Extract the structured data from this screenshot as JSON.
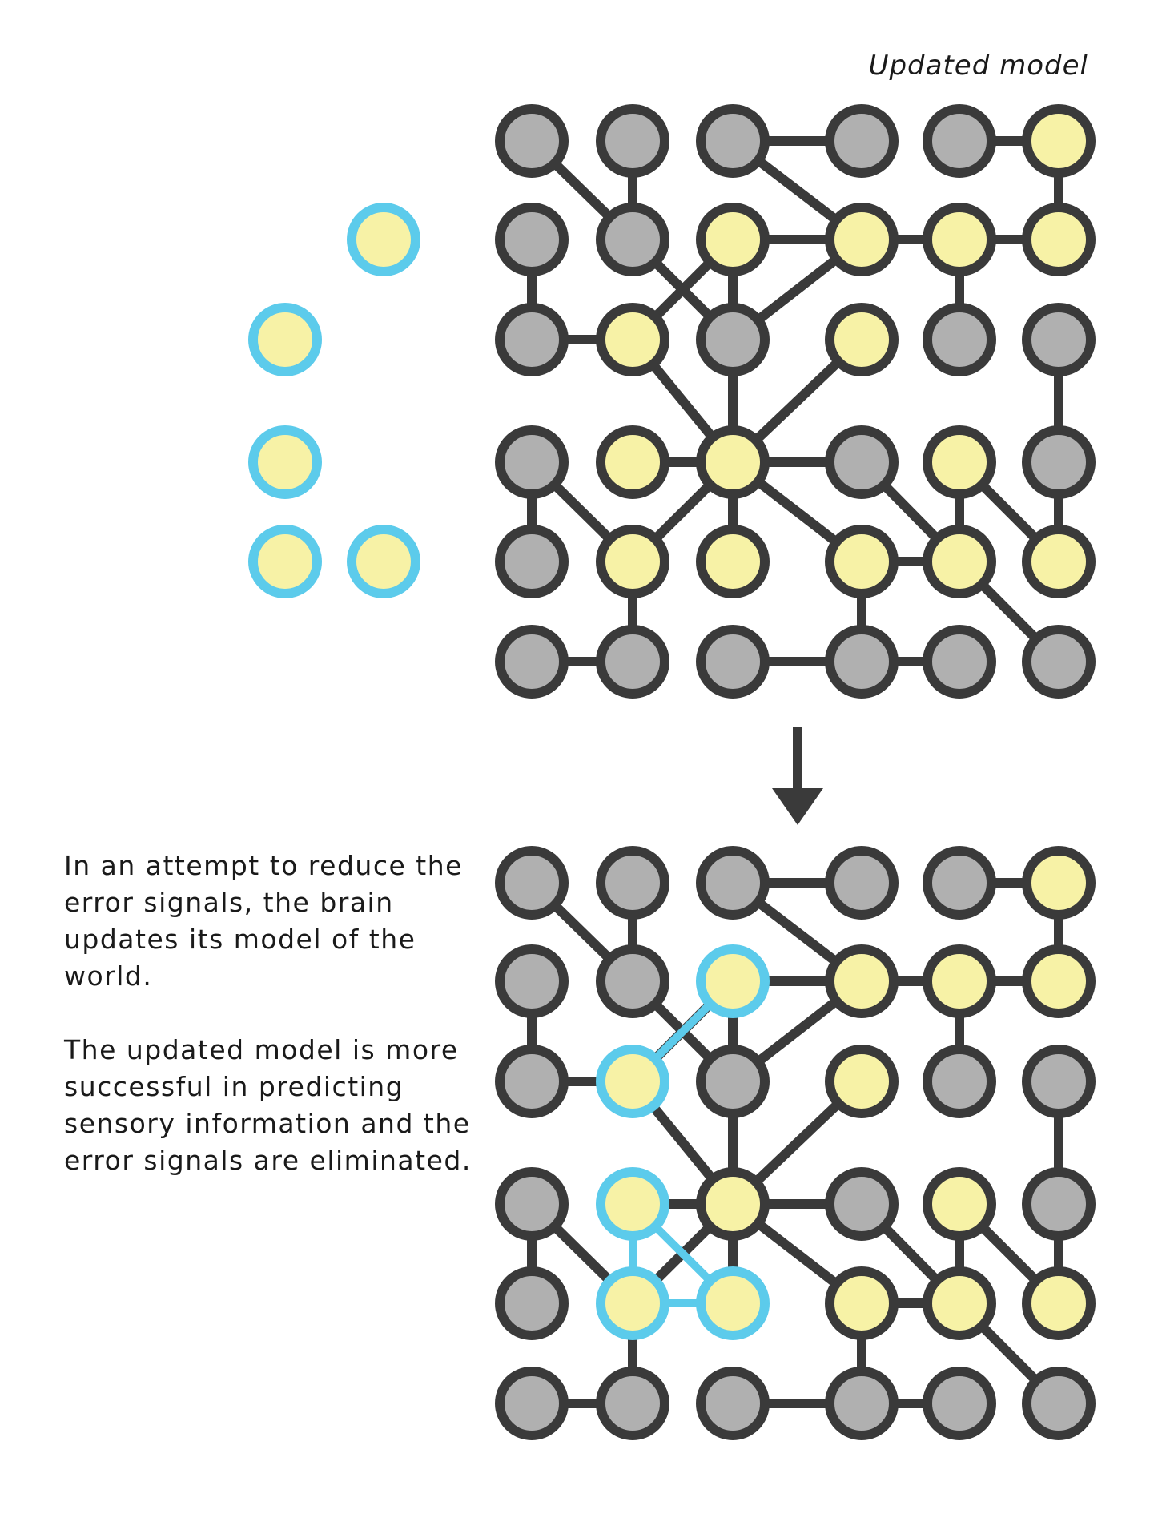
{
  "title": "Updated model",
  "caption": {
    "paragraph1": "In an attempt to reduce the error signals, the brain updates its model of the world.",
    "paragraph2": "The updated model is more successful in predicting sensory information and the error signals are eliminated."
  },
  "colors": {
    "stroke": "#3a3a3a",
    "inactive_fill": "#b0b0b0",
    "active_fill": "#f7f2a6",
    "error_ring": "#5ccbeb",
    "background": "#ffffff"
  },
  "network": {
    "rows": 6,
    "cols": 6,
    "active_nodes": [
      [
        0,
        5
      ],
      [
        1,
        2
      ],
      [
        1,
        3
      ],
      [
        1,
        4
      ],
      [
        1,
        5
      ],
      [
        2,
        1
      ],
      [
        2,
        3
      ],
      [
        3,
        1
      ],
      [
        3,
        2
      ],
      [
        3,
        4
      ],
      [
        4,
        1
      ],
      [
        4,
        2
      ],
      [
        4,
        3
      ],
      [
        4,
        4
      ],
      [
        4,
        5
      ]
    ],
    "edges": [
      [
        [
          0,
          0
        ],
        [
          1,
          1
        ]
      ],
      [
        [
          0,
          1
        ],
        [
          1,
          1
        ]
      ],
      [
        [
          0,
          2
        ],
        [
          0,
          3
        ]
      ],
      [
        [
          0,
          2
        ],
        [
          1,
          3
        ]
      ],
      [
        [
          0,
          4
        ],
        [
          0,
          5
        ]
      ],
      [
        [
          0,
          5
        ],
        [
          1,
          5
        ]
      ],
      [
        [
          1,
          0
        ],
        [
          2,
          0
        ]
      ],
      [
        [
          1,
          1
        ],
        [
          2,
          2
        ]
      ],
      [
        [
          1,
          2
        ],
        [
          2,
          1
        ]
      ],
      [
        [
          1,
          2
        ],
        [
          1,
          3
        ]
      ],
      [
        [
          1,
          3
        ],
        [
          1,
          4
        ]
      ],
      [
        [
          1,
          4
        ],
        [
          1,
          5
        ]
      ],
      [
        [
          1,
          2
        ],
        [
          3,
          2
        ]
      ],
      [
        [
          1,
          3
        ],
        [
          2,
          2
        ]
      ],
      [
        [
          1,
          4
        ],
        [
          2,
          4
        ]
      ],
      [
        [
          2,
          0
        ],
        [
          2,
          1
        ]
      ],
      [
        [
          2,
          1
        ],
        [
          3,
          2
        ]
      ],
      [
        [
          2,
          3
        ],
        [
          3,
          2
        ]
      ],
      [
        [
          2,
          5
        ],
        [
          3,
          5
        ]
      ],
      [
        [
          3,
          1
        ],
        [
          3,
          2
        ]
      ],
      [
        [
          3,
          2
        ],
        [
          3,
          3
        ]
      ],
      [
        [
          3,
          2
        ],
        [
          4,
          1
        ]
      ],
      [
        [
          3,
          2
        ],
        [
          4,
          2
        ]
      ],
      [
        [
          3,
          2
        ],
        [
          4,
          3
        ]
      ],
      [
        [
          3,
          0
        ],
        [
          4,
          0
        ]
      ],
      [
        [
          3,
          0
        ],
        [
          4,
          1
        ]
      ],
      [
        [
          3,
          3
        ],
        [
          4,
          4
        ]
      ],
      [
        [
          3,
          4
        ],
        [
          4,
          4
        ]
      ],
      [
        [
          3,
          4
        ],
        [
          4,
          5
        ]
      ],
      [
        [
          3,
          5
        ],
        [
          4,
          5
        ]
      ],
      [
        [
          4,
          1
        ],
        [
          5,
          1
        ]
      ],
      [
        [
          4,
          3
        ],
        [
          4,
          4
        ]
      ],
      [
        [
          4,
          3
        ],
        [
          5,
          3
        ]
      ],
      [
        [
          4,
          4
        ],
        [
          5,
          5
        ]
      ],
      [
        [
          5,
          0
        ],
        [
          5,
          1
        ]
      ],
      [
        [
          5,
          2
        ],
        [
          5,
          3
        ]
      ],
      [
        [
          5,
          3
        ],
        [
          5,
          4
        ]
      ]
    ]
  },
  "error_signals": {
    "count": 5,
    "model_nodes": [
      [
        1,
        2
      ],
      [
        2,
        1
      ],
      [
        3,
        1
      ],
      [
        4,
        1
      ],
      [
        4,
        2
      ]
    ],
    "model_links": [
      [
        [
          1,
          2
        ],
        [
          2,
          1
        ]
      ],
      [
        [
          3,
          1
        ],
        [
          4,
          1
        ]
      ],
      [
        [
          3,
          1
        ],
        [
          4,
          2
        ]
      ],
      [
        [
          4,
          1
        ],
        [
          4,
          2
        ]
      ]
    ]
  }
}
